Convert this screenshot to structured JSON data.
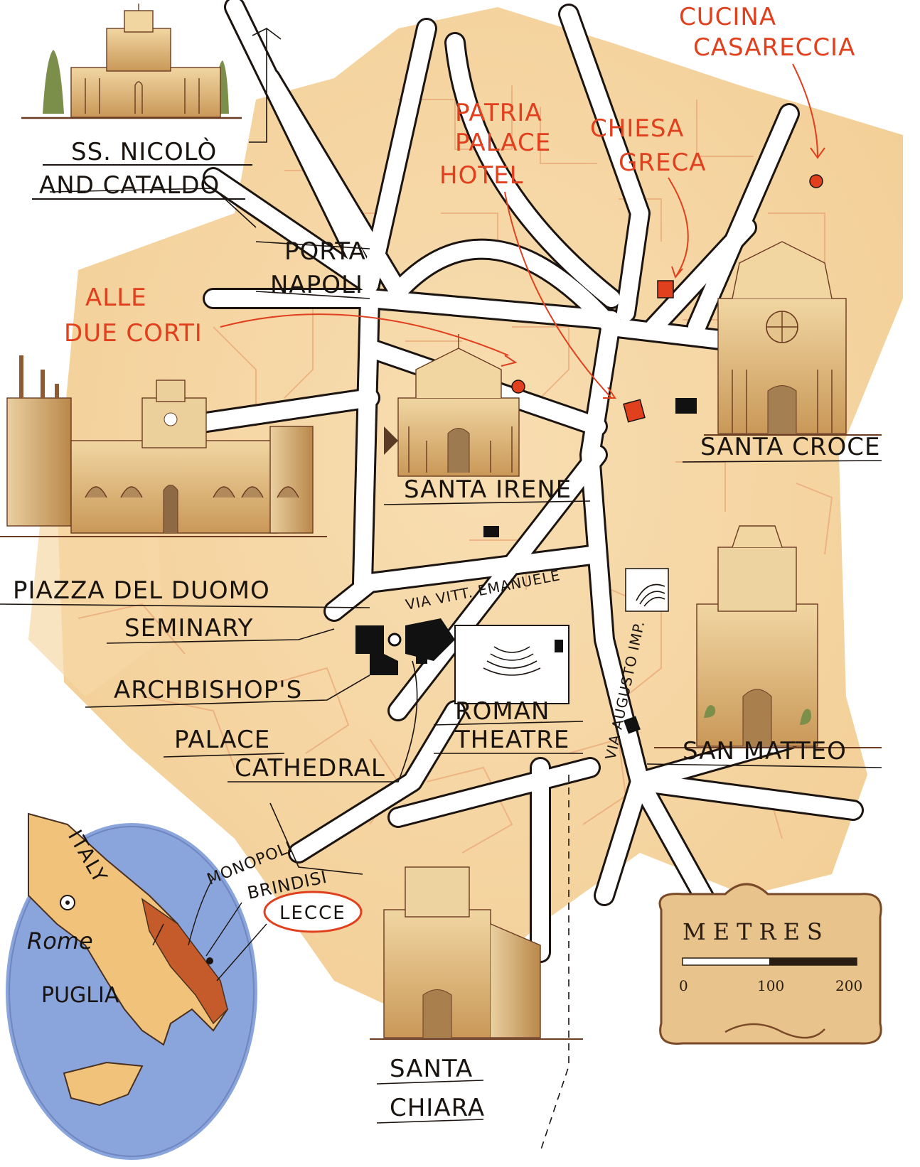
{
  "map": {
    "landmarks": {
      "ss_nicolo_line1": "SS. NICOLÒ",
      "ss_nicolo_line2": "AND CATALDO",
      "porta_napoli_line1": "PORTA",
      "porta_napoli_line2": "NAPOLI",
      "piazza_del_duomo": "PIAZZA DEL DUOMO",
      "seminary": "SEMINARY",
      "archbishops_palace_line1": "ARCHBISHOP'S",
      "archbishops_palace_line2": "PALACE",
      "cathedral": "CATHEDRAL",
      "santa_irene": "SANTA IRENE",
      "santa_croce": "SANTA CROCE",
      "roman_theatre_line1": "ROMAN",
      "roman_theatre_line2": "THEATRE",
      "san_matteo": "SAN MATTEO",
      "santa_chiara_line1": "SANTA",
      "santa_chiara_line2": "CHIARA"
    },
    "places": {
      "alle_due_corti_line1": "ALLE",
      "alle_due_corti_line2": "DUE CORTI",
      "patria_line1": "PATRIA",
      "patria_line2": "PALACE",
      "patria_line3": "HOTEL",
      "chiesa_greca_line1": "CHIESA",
      "chiesa_greca_line2": "GRECA",
      "cucina_line1": "CUCINA",
      "cucina_line2": "CASARECCIA"
    },
    "streets": {
      "via_vitt_emanuele": "VIA VITT. EMANUELE",
      "via_augusto_imp": "VIA AUGUSTO IMP."
    },
    "scale": {
      "title": "METRES",
      "tick_0": "0",
      "tick_100": "100",
      "tick_200": "200"
    },
    "inset": {
      "italy": "ITALY",
      "rome": "Rome",
      "puglia": "PUGLIA",
      "monopoli": "MONOPOLI",
      "brindisi": "BRINDISI",
      "lecce": "LECCE"
    },
    "colors": {
      "ink": "#1b1410",
      "accent_red": "#e0401e",
      "paper_wash": "#f7ddb0",
      "sea": "#8aa4dc",
      "land": "#f0c27a",
      "puglia": "#c55a2a"
    }
  }
}
